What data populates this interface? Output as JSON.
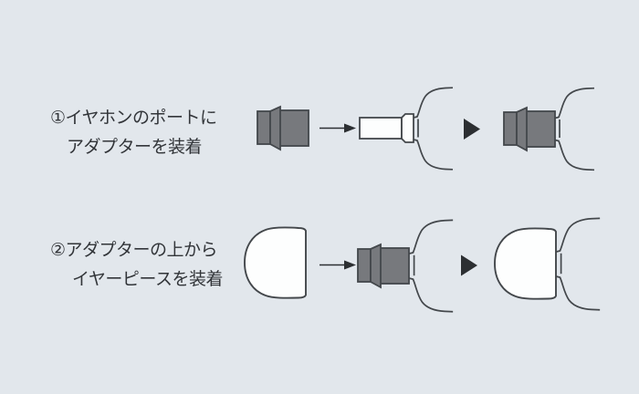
{
  "title": "earphone-adapter-attachment-instructions",
  "colors": {
    "bg": "#e2e7ec",
    "outline": "#43474b",
    "adapter_fill": "#77797d",
    "white_fill": "#fdfefe",
    "solid_dark": "#2c2f32",
    "text": "#323539"
  },
  "steps": [
    {
      "id": 1,
      "line1": "①イヤホンのポートに",
      "line2": "アダプターを装着",
      "diagram": {
        "start_item": "adapter",
        "action_icon": "arrow-right-icon",
        "target_item": "earphone-port",
        "result_icon": "triangle-right-icon",
        "result_item": "earphone-with-adapter"
      }
    },
    {
      "id": 2,
      "line1": "②アダプターの上から",
      "line2": "イヤーピースを装着",
      "diagram": {
        "start_item": "eartip",
        "action_icon": "arrow-right-icon",
        "target_item": "earphone-with-adapter",
        "result_icon": "triangle-right-icon",
        "result_item": "earphone-with-eartip"
      }
    }
  ]
}
